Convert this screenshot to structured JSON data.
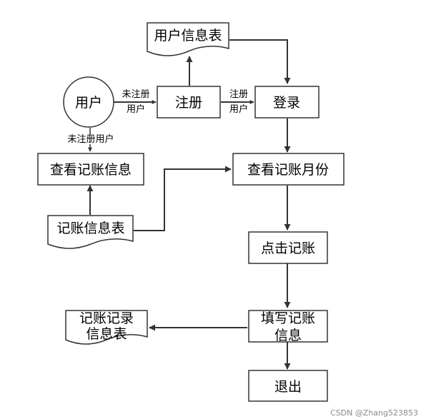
{
  "nodes": {
    "user": "用户",
    "register": "注册",
    "login": "登录",
    "user_table": "用户信息表",
    "view_records": "查看记账信息",
    "record_table": "记账信息表",
    "view_month": "查看记账月份",
    "click_record": "点击记账",
    "fill_info_line1": "填写记账",
    "fill_info_line2": "信息",
    "record_log_line1": "记账记录",
    "record_log_line2": "信息表",
    "exit": "退出"
  },
  "edge_labels": {
    "user_to_register_line1": "未注册",
    "user_to_register_line2": "用户",
    "register_to_login_line1": "注册",
    "register_to_login_line2": "用户",
    "user_to_view_records": "未注册用户"
  },
  "watermark": "CSDN @Zhang523853"
}
